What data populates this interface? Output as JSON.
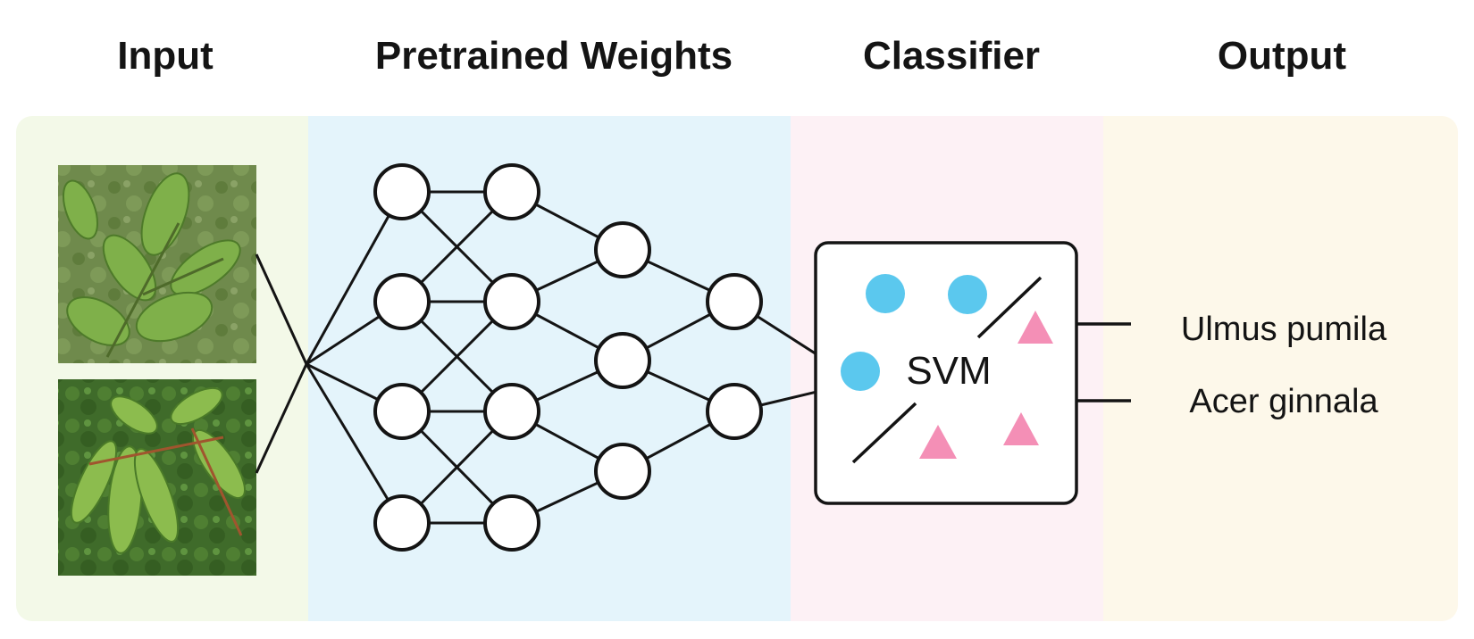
{
  "headings": {
    "input": "Input",
    "weights": "Pretrained Weights",
    "classifier": "Classifier",
    "output": "Output"
  },
  "classifier": {
    "label": "SVM"
  },
  "outputs": [
    "Ulmus pumila",
    "Acer ginnala"
  ],
  "inputs": [
    {
      "subject": "elm-leaf-photo"
    },
    {
      "subject": "maple-leaf-photo"
    }
  ],
  "network": {
    "layer_sizes": [
      4,
      4,
      3,
      2
    ]
  },
  "colors": {
    "input_bg": "#f3f9e8",
    "weights_bg": "#e4f4fb",
    "classifier_bg": "#fdf1f5",
    "output_bg": "#fdf8ea",
    "circle_class": "#5bc8ee",
    "triangle_class": "#f48fb6",
    "stroke": "#141414"
  }
}
